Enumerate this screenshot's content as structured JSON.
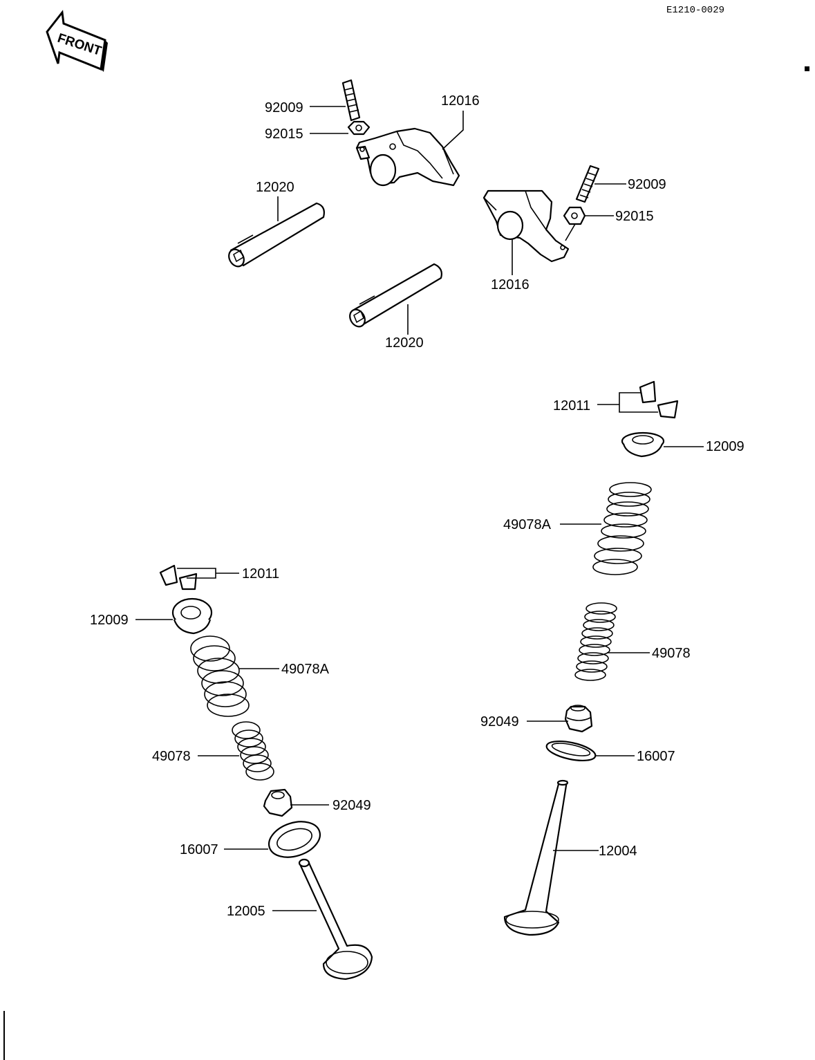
{
  "diagram_code": "E1210-0029",
  "front_badge": "FRONT",
  "callouts": {
    "rocker_adjuster_a": "92009",
    "rocker_nut_a": "92015",
    "rocker_arm_a": "12016",
    "rocker_shaft_a": "12020",
    "rocker_adjuster_b": "92009",
    "rocker_nut_b": "92015",
    "rocker_arm_b": "12016",
    "rocker_shaft_b": "12020",
    "collet_right": "12011",
    "retainer_right": "12009",
    "outer_spring_right": "49078A",
    "inner_spring_right": "49078",
    "stem_seal_right": "92049",
    "spring_seat_right": "16007",
    "valve_right": "12004",
    "collet_left": "12011",
    "retainer_left": "12009",
    "outer_spring_left": "49078A",
    "inner_spring_left": "49078",
    "stem_seal_left": "92049",
    "spring_seat_left": "16007",
    "valve_left": "12005"
  }
}
